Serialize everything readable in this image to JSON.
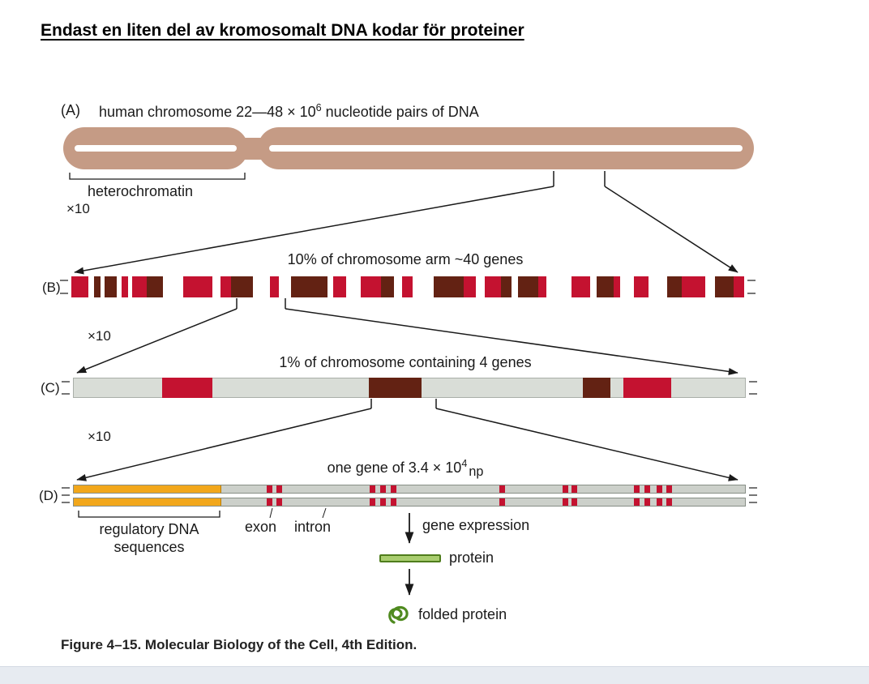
{
  "page": {
    "title": "Endast en liten del av kromosomalt DNA kodar för proteiner",
    "caption": "Figure 4–15. Molecular Biology of the Cell, 4th Edition."
  },
  "colors": {
    "chromosome_tan": "#c59b85",
    "red": "#c41230",
    "dark_maroon": "#632213",
    "white": "#ffffff",
    "orange": "#f2a71b",
    "bar_gray": "#d9ddd7",
    "lane_gray": "#ccd0ca",
    "green_fill": "#a9cd6f",
    "green_dark": "#4f7d1c"
  },
  "zoom": {
    "label": "×10"
  },
  "panelA": {
    "tag": "(A)",
    "label_pre": "human chromosome 22—48 × 10",
    "label_sup": "6",
    "label_post": " nucleotide pairs of DNA",
    "bracket_label": "heterochromatin"
  },
  "panelB": {
    "tag": "(B)",
    "label": "10% of chromosome arm ~40 genes",
    "segments": [
      {
        "c": "red",
        "w": 2.6
      },
      {
        "c": "white",
        "w": 0.8
      },
      {
        "c": "dark_maroon",
        "w": 1.0
      },
      {
        "c": "white",
        "w": 0.6
      },
      {
        "c": "dark_maroon",
        "w": 1.8
      },
      {
        "c": "white",
        "w": 0.8
      },
      {
        "c": "red",
        "w": 1.0
      },
      {
        "c": "white",
        "w": 0.6
      },
      {
        "c": "red",
        "w": 2.2
      },
      {
        "c": "dark_maroon",
        "w": 2.4
      },
      {
        "c": "white",
        "w": 3.0
      },
      {
        "c": "red",
        "w": 4.5
      },
      {
        "c": "white",
        "w": 1.2
      },
      {
        "c": "red",
        "w": 1.6
      },
      {
        "c": "dark_maroon",
        "w": 3.2
      },
      {
        "c": "white",
        "w": 2.6
      },
      {
        "c": "red",
        "w": 1.4
      },
      {
        "c": "white",
        "w": 1.8
      },
      {
        "c": "dark_maroon",
        "w": 5.5
      },
      {
        "c": "white",
        "w": 0.8
      },
      {
        "c": "red",
        "w": 2.0
      },
      {
        "c": "white",
        "w": 2.2
      },
      {
        "c": "red",
        "w": 3.0
      },
      {
        "c": "dark_maroon",
        "w": 2.0
      },
      {
        "c": "white",
        "w": 1.2
      },
      {
        "c": "red",
        "w": 1.6
      },
      {
        "c": "white",
        "w": 3.2
      },
      {
        "c": "dark_maroon",
        "w": 4.5
      },
      {
        "c": "red",
        "w": 1.8
      },
      {
        "c": "white",
        "w": 1.4
      },
      {
        "c": "red",
        "w": 2.4
      },
      {
        "c": "dark_maroon",
        "w": 1.6
      },
      {
        "c": "white",
        "w": 1.0
      },
      {
        "c": "dark_maroon",
        "w": 3.0
      },
      {
        "c": "red",
        "w": 1.2
      },
      {
        "c": "white",
        "w": 3.8
      },
      {
        "c": "red",
        "w": 2.8
      },
      {
        "c": "white",
        "w": 1.0
      },
      {
        "c": "dark_maroon",
        "w": 2.6
      },
      {
        "c": "red",
        "w": 1.0
      },
      {
        "c": "white",
        "w": 2.0
      },
      {
        "c": "red",
        "w": 2.2
      },
      {
        "c": "white",
        "w": 2.8
      },
      {
        "c": "dark_maroon",
        "w": 2.2
      },
      {
        "c": "red",
        "w": 3.6
      },
      {
        "c": "white",
        "w": 1.4
      },
      {
        "c": "dark_maroon",
        "w": 2.8
      },
      {
        "c": "red",
        "w": 1.6
      }
    ]
  },
  "panelC": {
    "tag": "(C)",
    "label": "1% of chromosome containing 4 genes",
    "blocks": [
      {
        "c": "red",
        "x": 13.2,
        "w": 7.4
      },
      {
        "c": "dark_maroon",
        "x": 44.0,
        "w": 7.8
      },
      {
        "c": "dark_maroon",
        "x": 75.8,
        "w": 4.1
      },
      {
        "c": "red",
        "x": 81.9,
        "w": 7.1
      }
    ]
  },
  "panelD": {
    "tag": "(D)",
    "label_pre": "one gene of 3.4 × 10",
    "label_sup": "4",
    "label_post": "np",
    "orange_w": 22,
    "exon_w": 0.85,
    "exons": [
      28.8,
      30.2,
      44.1,
      45.6,
      47.2,
      63.4,
      72.8,
      74.2,
      83.5,
      85.0,
      86.8,
      88.3
    ],
    "bracket_label_1": "regulatory DNA",
    "bracket_label_2": "sequences",
    "exon_label": "exon",
    "intron_label": "intron",
    "gene_expression_label": "gene expression",
    "protein_label": "protein",
    "folded_label": "folded protein"
  }
}
